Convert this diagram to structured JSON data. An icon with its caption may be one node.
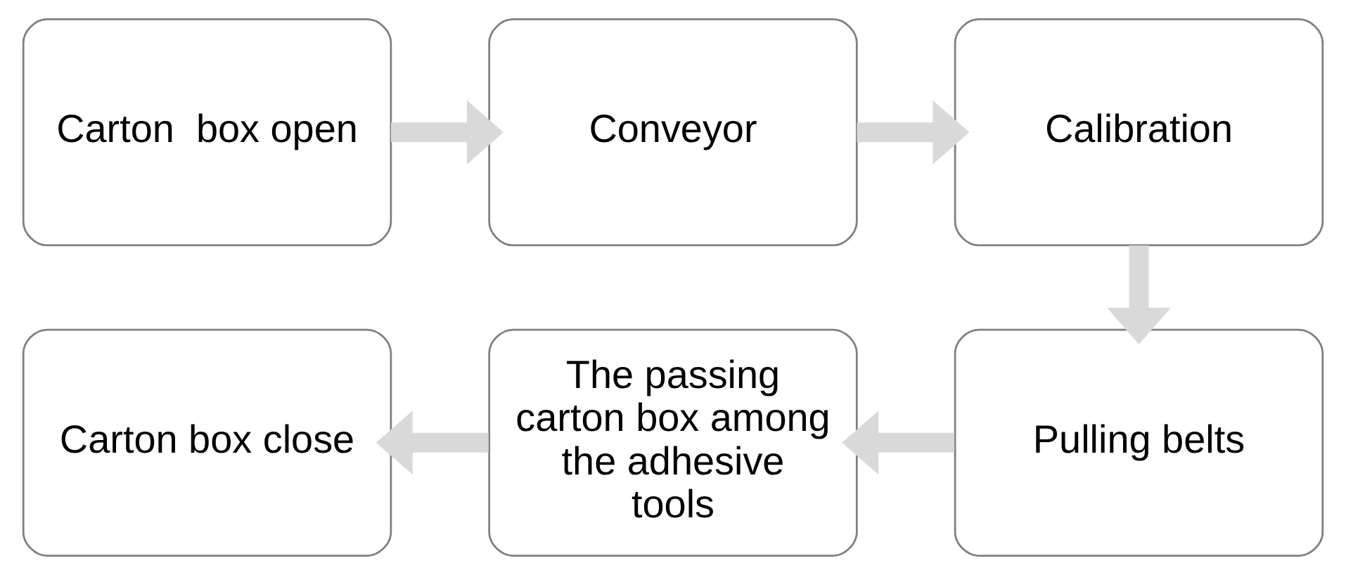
{
  "diagram": {
    "nodes": [
      {
        "text": [
          "Carton  box open"
        ]
      },
      {
        "text": [
          "Conveyor"
        ]
      },
      {
        "text": [
          "Calibration"
        ]
      },
      {
        "text": [
          "Carton box close"
        ]
      },
      {
        "text": [
          "The passing carton box among the adhesive tools"
        ]
      },
      {
        "text": [
          "Pulling belts"
        ]
      }
    ],
    "edges": [
      {
        "from": 0,
        "to": 1,
        "arrow": "to"
      },
      {
        "from": 1,
        "to": 2,
        "arrow": "to"
      },
      {
        "from": 2,
        "to": 5,
        "arrow": "to"
      },
      {
        "from": 5,
        "to": 4,
        "arrow": "to"
      },
      {
        "from": 4,
        "to": 3,
        "arrow": "to"
      }
    ]
  }
}
